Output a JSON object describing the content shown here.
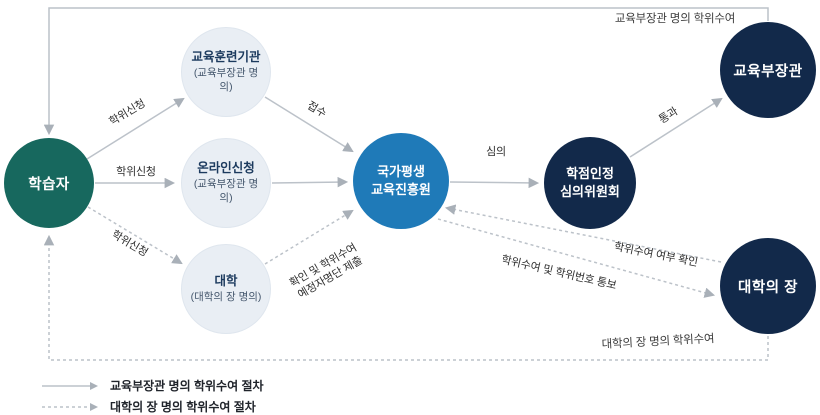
{
  "diagram": {
    "nodes": {
      "learner": {
        "label": "학습자"
      },
      "training_org": {
        "title": "교육훈련기관",
        "subtitle": "(교육부장관 명의)"
      },
      "online_apply": {
        "title": "온라인신청",
        "subtitle": "(교육부장관 명의)"
      },
      "university": {
        "title": "대학",
        "subtitle": "(대학의 장 명의)"
      },
      "nile": {
        "line1": "국가평생",
        "line2": "교육진흥원"
      },
      "committee": {
        "line1": "학점인정",
        "line2": "심의위원회"
      },
      "minister": {
        "label": "교육부장관"
      },
      "dean": {
        "label": "대학의 장"
      }
    },
    "edge_labels": {
      "apply_top": "학위신청",
      "apply_mid": "학위신청",
      "apply_bottom": "학위신청",
      "receipt": "접수",
      "review": "심의",
      "pass": "통과",
      "confirm_submit_line1": "확인 및 학위수여",
      "confirm_submit_line2": "예정자명단 제출",
      "confirm_whether": "학위수여 여부 확인",
      "notify_number": "학위수여 및 학위번호 통보",
      "minister_confer": "교육부장관 명의 학위수여",
      "dean_confer": "대학의 장 명의 학위수여"
    },
    "legend": {
      "solid": "교육부장관 명의 학위수여 절차",
      "dotted": "대학의 장 명의 학위수여 절차"
    },
    "colors": {
      "teal": "#17685e",
      "blue": "#1f7ab8",
      "navy": "#12294a",
      "light": "#e9eef4",
      "line": "#bcc2c9"
    }
  }
}
